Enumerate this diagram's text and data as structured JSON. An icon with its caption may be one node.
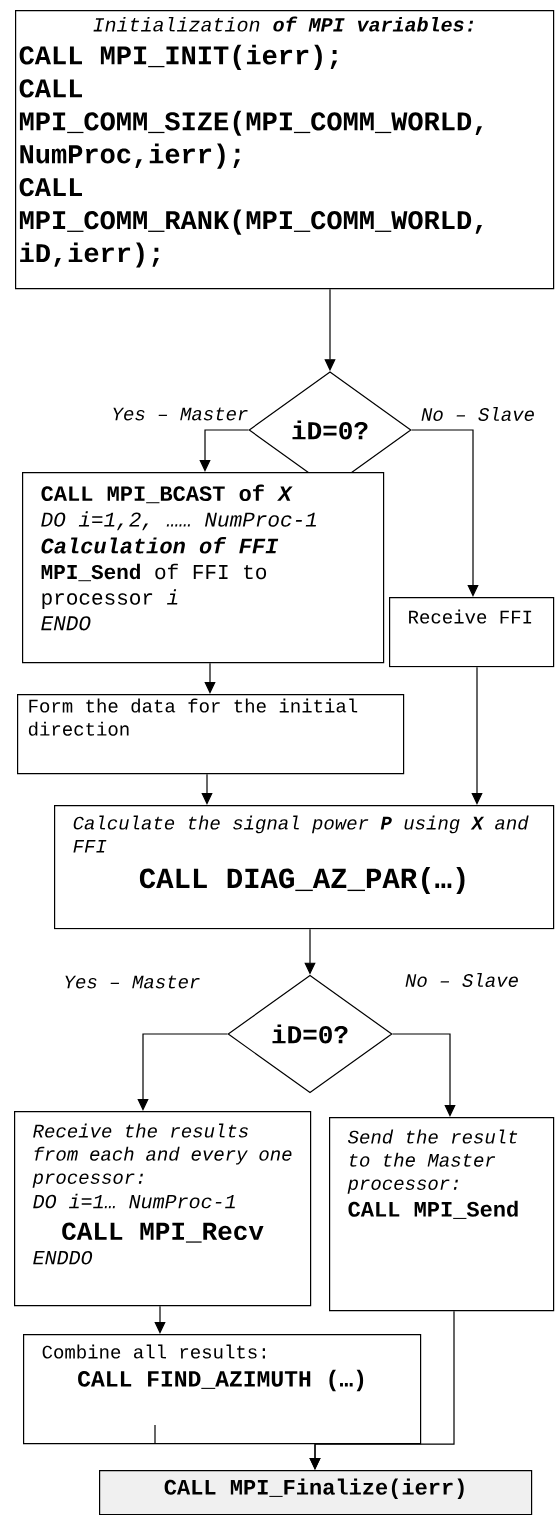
{
  "diagram": {
    "nodes": [
      {
        "text": [
          "Initialization **of MPI variables:**",
          "CALL MPI_INIT(ierr);",
          "CALL MPI_COMM_SIZE(MPI_COMM_WORLD, NumProc,ierr);",
          "CALL MPI_COMM_RANK(MPI_COMM_WORLD, iD,ierr);"
        ]
      },
      {
        "text": [
          "iD=0?"
        ]
      },
      {
        "text": [
          "CALL MPI_BCAST of *X*",
          "DO i=1,2, …… NumProc-1",
          "Calculation of FFI",
          "**MPI_Send** of FFI to processor *i*",
          "ENDO"
        ]
      },
      {
        "text": [
          "Receive FFI"
        ]
      },
      {
        "text": [
          "Form the data for the initial direction"
        ]
      },
      {
        "text": [
          "Calculate the signal power **P** using **X** and FFI",
          "CALL DIAG_AZ_PAR(…)"
        ]
      },
      {
        "text": [
          "iD=0?"
        ]
      },
      {
        "text": [
          "Receive the results from each and every one processor:",
          "DO i=1… NumProc-1",
          "CALL MPI_Recv",
          "ENDDO"
        ]
      },
      {
        "text": [
          "Send the result to the Master processor:",
          "CALL MPI_Send"
        ]
      },
      {
        "text": [
          "Combine all results:",
          "CALL FIND_AZIMUTH (…)"
        ]
      },
      {
        "text": [
          "CALL MPI_Finalize(ierr)"
        ]
      }
    ],
    "edges": [
      {
        "from": 0,
        "to": 1,
        "arrow": "to"
      },
      {
        "from": 1,
        "to": 2,
        "arrow": "to",
        "label": "Yes – Master"
      },
      {
        "from": 1,
        "to": 3,
        "arrow": "to",
        "label": "No – Slave"
      },
      {
        "from": 2,
        "to": 4,
        "arrow": "to"
      },
      {
        "from": 4,
        "to": 5,
        "arrow": "to"
      },
      {
        "from": 3,
        "to": 5,
        "arrow": "to"
      },
      {
        "from": 5,
        "to": 6,
        "arrow": "to"
      },
      {
        "from": 6,
        "to": 7,
        "arrow": "to",
        "label": "Yes – Master"
      },
      {
        "from": 6,
        "to": 8,
        "arrow": "to",
        "label": "No – Slave"
      },
      {
        "from": 7,
        "to": 9,
        "arrow": "to"
      },
      {
        "from": 9,
        "to": 10,
        "arrow": "to"
      },
      {
        "from": 8,
        "to": 10,
        "arrow": "to"
      }
    ]
  }
}
